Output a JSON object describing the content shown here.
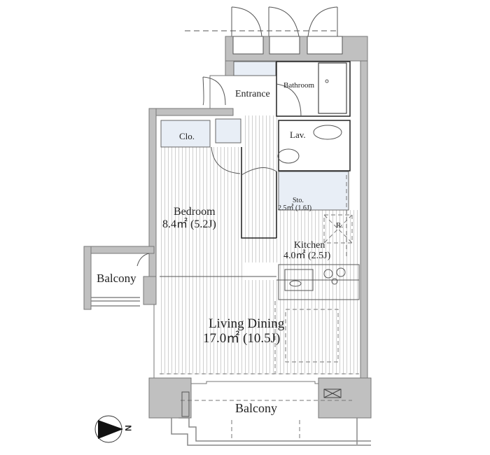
{
  "rooms": {
    "entrance": {
      "label": "Entrance"
    },
    "bathroom": {
      "label": "Bathroom"
    },
    "closet": {
      "label": "Clo."
    },
    "lavatory": {
      "label": "Lav."
    },
    "storage": {
      "label": "Sto.",
      "area": "2.5㎡ (1.6J)"
    },
    "bedroom": {
      "label": "Bedroom",
      "area": "8.4㎡ (5.2J)"
    },
    "kitchen": {
      "label": "Kitchen",
      "area": "4.0㎡ (2.5J)"
    },
    "refrigerator": {
      "label": "R."
    },
    "living_dining": {
      "label": "Living Dining",
      "area": "17.0㎡ (10.5J)"
    },
    "balcony_side": {
      "label": "Balcony"
    },
    "balcony_main": {
      "label": "Balcony"
    }
  },
  "compass": {
    "label": "N"
  },
  "colors": {
    "wall": "#c0c0c0",
    "wall_edge": "#777777",
    "tile": "#e8eef6",
    "line": "#333333"
  }
}
